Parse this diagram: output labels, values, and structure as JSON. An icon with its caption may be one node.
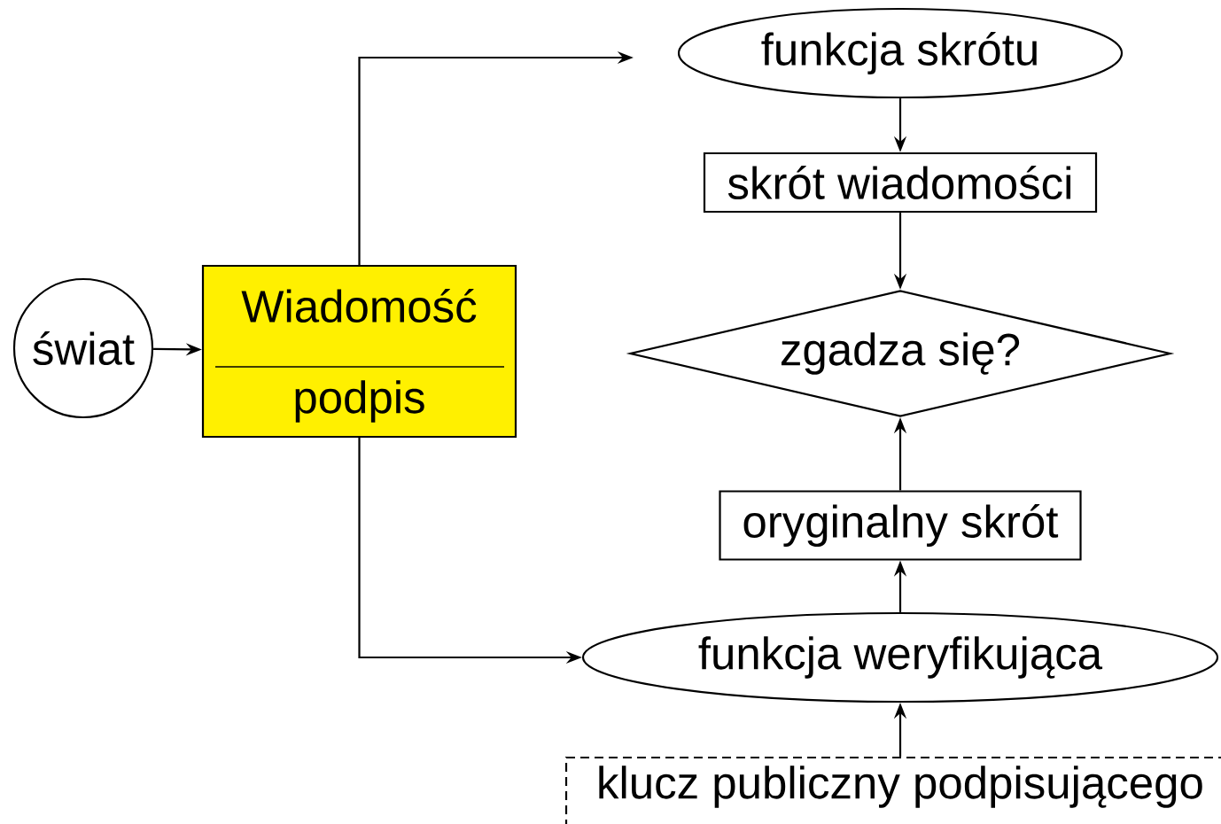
{
  "diagram": {
    "nodes": [
      {
        "text": [
          "świat"
        ]
      },
      {
        "text": [
          "Wiadomość",
          "podpis"
        ]
      },
      {
        "text": [
          "funkcja skrótu"
        ]
      },
      {
        "text": [
          "skrót wiadomości"
        ]
      },
      {
        "text": [
          "zgadza się?"
        ]
      },
      {
        "text": [
          "oryginalny skrót"
        ]
      },
      {
        "text": [
          "funkcja weryfikująca"
        ]
      },
      {
        "text": [
          "klucz publiczny podpisującego"
        ]
      }
    ],
    "edges": [
      {
        "from": 0,
        "to": 1,
        "arrow": "to"
      },
      {
        "from": 1,
        "to": 2,
        "arrow": "to"
      },
      {
        "from": 2,
        "to": 3,
        "arrow": "to"
      },
      {
        "from": 3,
        "to": 4,
        "arrow": "to"
      },
      {
        "from": 5,
        "to": 4,
        "arrow": "to"
      },
      {
        "from": 6,
        "to": 5,
        "arrow": "to"
      },
      {
        "from": 7,
        "to": 6,
        "arrow": "to"
      },
      {
        "from": 1,
        "to": 6,
        "arrow": "to"
      }
    ]
  }
}
